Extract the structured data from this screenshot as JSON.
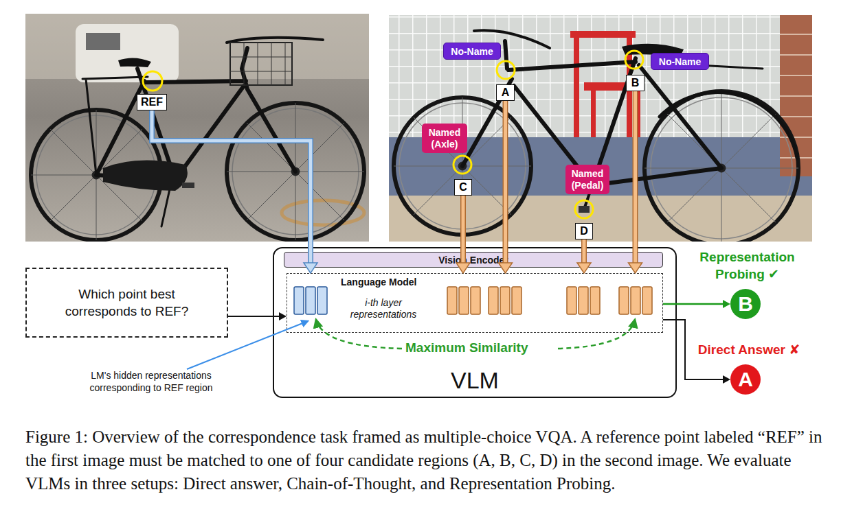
{
  "diagram": {
    "caption": "Figure 1: Overview of the correspondence task framed as multiple-choice VQA. A reference point labeled “REF” in the first image must be matched to one of four candidate regions (A, B, C, D) in the second image. We evaluate VLMs in three setups: Direct answer, Chain-of-Thought, and Representation Probing.",
    "nodes": [
      {
        "text": [
          "REF"
        ]
      },
      {
        "text": [
          "No-Name"
        ]
      },
      {
        "text": [
          "No-Name"
        ]
      },
      {
        "text": [
          "A"
        ]
      },
      {
        "text": [
          "B"
        ]
      },
      {
        "text": [
          "Named (Axle)"
        ]
      },
      {
        "text": [
          "C"
        ]
      },
      {
        "text": [
          "Named (Pedal)"
        ]
      },
      {
        "text": [
          "D"
        ]
      },
      {
        "text": [
          "Which point best corresponds to REF?"
        ]
      },
      {
        "text": [
          "VLM"
        ]
      },
      {
        "text": [
          "Vision Encoder"
        ],
        "in": 10
      },
      {
        "text": [
          "Language Model",
          "i-th layer representations"
        ],
        "in": 10
      },
      {
        "text": [
          "B"
        ]
      },
      {
        "text": [
          "A"
        ]
      }
    ],
    "edges": [
      {
        "from": 0,
        "to": 12,
        "arrow": "to"
      },
      {
        "from": 3,
        "to": 12,
        "arrow": "to"
      },
      {
        "from": 4,
        "to": 12,
        "arrow": "to"
      },
      {
        "from": 6,
        "to": 12,
        "arrow": "to"
      },
      {
        "from": 8,
        "to": 12,
        "arrow": "to"
      },
      {
        "from": 9,
        "to": 12,
        "arrow": "to"
      },
      {
        "from": 12,
        "to": 13,
        "label": "Representation Probing ✔",
        "arrow": "to"
      },
      {
        "from": 12,
        "to": 14,
        "label": "Direct Answer ✘",
        "arrow": "to"
      }
    ],
    "labels": [
      "Maximum Similarity",
      "LM's hidden representations corresponding to REF region"
    ]
  }
}
